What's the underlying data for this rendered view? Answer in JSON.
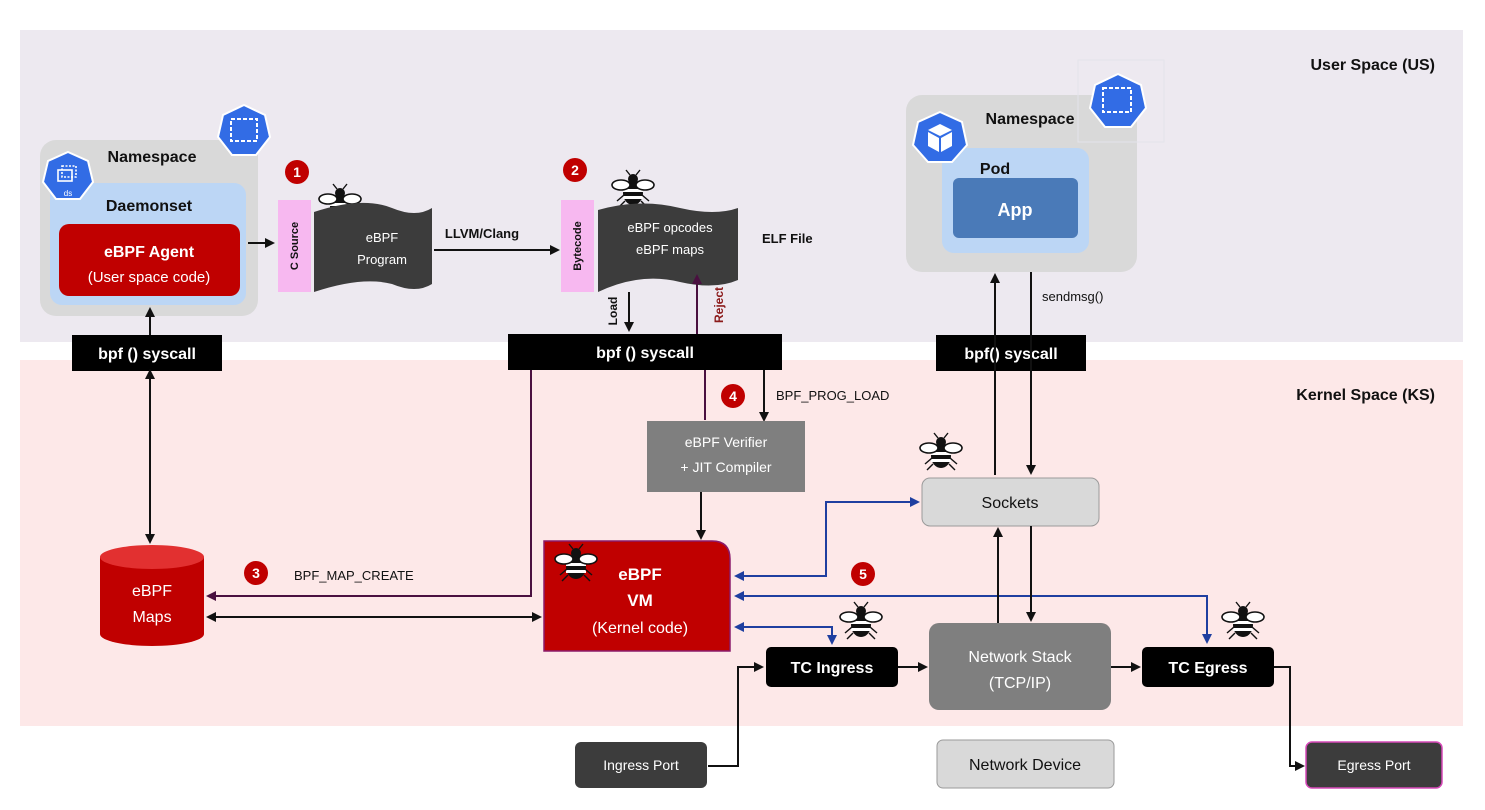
{
  "zones": {
    "user_space": "User Space (US)",
    "kernel_space": "Kernel Space (KS)"
  },
  "left": {
    "namespace": "Namespace",
    "ds_icon": "ds",
    "daemonset": "Daemonset",
    "agent_title": "eBPF Agent",
    "agent_sub": "(User space code)",
    "syscall": "bpf () syscall"
  },
  "compile": {
    "step1": "1",
    "c_source": "C Source",
    "program_line1": "eBPF",
    "program_line2": "Program",
    "llvm": "LLVM/Clang",
    "step2": "2",
    "bytecode": "Bytecode",
    "elf_line1": "eBPF opcodes",
    "elf_line2": "eBPF maps",
    "elf_label": "ELF File",
    "load": "Load",
    "reject": "Reject",
    "syscall": "bpf () syscall"
  },
  "kernel": {
    "step4": "4",
    "prog_load": "BPF_PROG_LOAD",
    "verifier_line1": "eBPF Verifier",
    "verifier_line2": "+ JIT Compiler",
    "step3": "3",
    "map_create": "BPF_MAP_CREATE",
    "maps_line1": "eBPF",
    "maps_line2": "Maps",
    "vm_line1": "eBPF",
    "vm_line2": "VM",
    "vm_line3": "(Kernel code)",
    "step5": "5",
    "sockets": "Sockets",
    "tc_ingress": "TC Ingress",
    "network_stack_line1": "Network Stack",
    "network_stack_line2": "(TCP/IP)",
    "tc_egress": "TC Egress"
  },
  "right": {
    "namespace": "Namespace",
    "pod": "Pod",
    "app": "App",
    "sendmsg": "sendmsg()",
    "syscall": "bpf() syscall"
  },
  "devices": {
    "ingress_port": "Ingress Port",
    "network_device": "Network Device",
    "egress_port": "Egress Port"
  },
  "colors": {
    "user_band": "#ede9f0",
    "kernel_band": "#fde8e8",
    "ns_box": "#d9d9d9",
    "pod_box": "#bcd6f5",
    "agent_red": "#c00000",
    "dark_box": "#3c3c3c",
    "gray_box": "#7f7f7f",
    "light_box": "#d9d9d9",
    "pink_tab": "#f7b8f0",
    "k8s_blue": "#326ce5",
    "app_blue": "#4a7ab8",
    "arrow_blue": "#1f3fa0",
    "arrow_purple": "#4a1040",
    "reject_red": "#8b1a1a"
  }
}
